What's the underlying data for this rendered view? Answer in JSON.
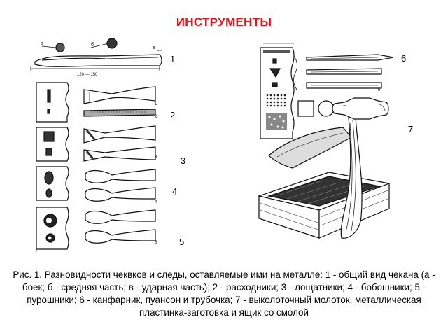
{
  "title": "ИНСТРУМЕНТЫ",
  "labels": {
    "n1": "1",
    "n2": "2",
    "n3": "3",
    "n4": "4",
    "n5": "5",
    "n6": "6",
    "n7": "7"
  },
  "figure_text": {
    "dimension": "120 — 150",
    "tag_a": "a",
    "tag_b": "б",
    "tag_v": "в",
    "small_1": "1",
    "small_2": "2",
    "small_3": "3",
    "small_4": "4",
    "small_5": "5",
    "small_6": "6"
  },
  "caption": "Рис. 1. Разновидности чеквков и следы, оставляемые ими на металле: 1 - общий вид чекана (а - боек; б - средняя часть; в - ударная часть); 2 - расходники; 3 - лощатники; 4 - бобошники; 5 - пурошники; 6 - канфарник, пуансон и трубочка; 7 - выколоточный молоток, металлическая пластинка-заготовка и ящик со смолой"
}
